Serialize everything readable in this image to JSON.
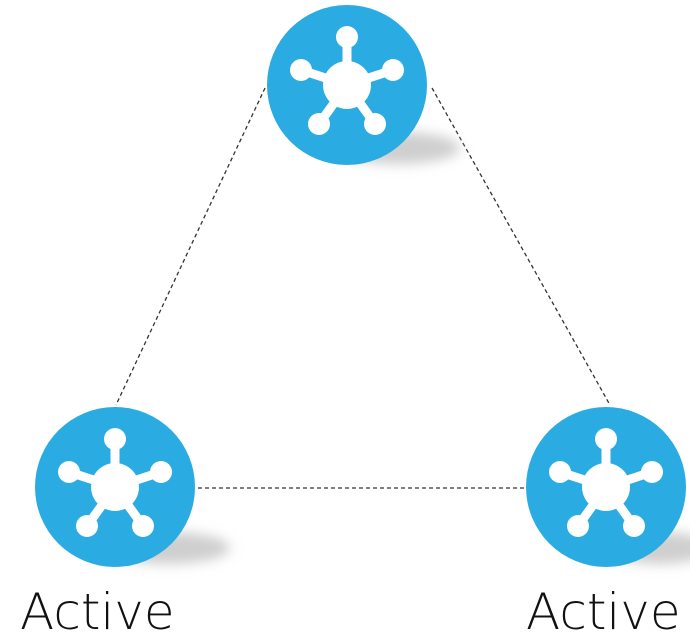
{
  "colors": {
    "node_fill": "#2aace2",
    "hub_fill": "#ffffff",
    "shadow": "#cfcfcf",
    "connector": "#333333",
    "label": "#111111"
  },
  "nodes": [
    {
      "id": "top",
      "icon": "network-hub-icon",
      "label": ""
    },
    {
      "id": "left",
      "icon": "network-hub-icon",
      "label": "Active"
    },
    {
      "id": "right",
      "icon": "network-hub-icon",
      "label": "Active"
    }
  ],
  "connectors": [
    {
      "from": "top",
      "to": "left",
      "style": "dashed"
    },
    {
      "from": "top",
      "to": "right",
      "style": "dashed"
    },
    {
      "from": "left",
      "to": "right",
      "style": "dashed"
    }
  ]
}
